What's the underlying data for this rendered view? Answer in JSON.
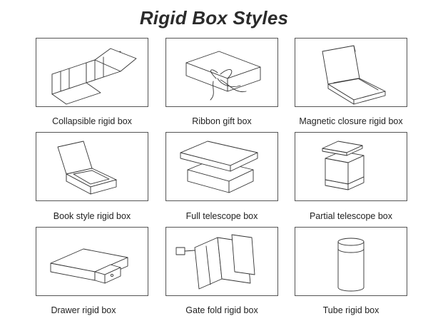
{
  "title": "Rigid Box Styles",
  "items": [
    {
      "label": "Collapsible rigid box"
    },
    {
      "label": "Ribbon gift box"
    },
    {
      "label": "Magnetic closure rigid box"
    },
    {
      "label": "Book style rigid box"
    },
    {
      "label": "Full telescope box"
    },
    {
      "label": "Partial telescope box"
    },
    {
      "label": "Drawer rigid box"
    },
    {
      "label": "Gate fold rigid box"
    },
    {
      "label": "Tube rigid box"
    }
  ]
}
